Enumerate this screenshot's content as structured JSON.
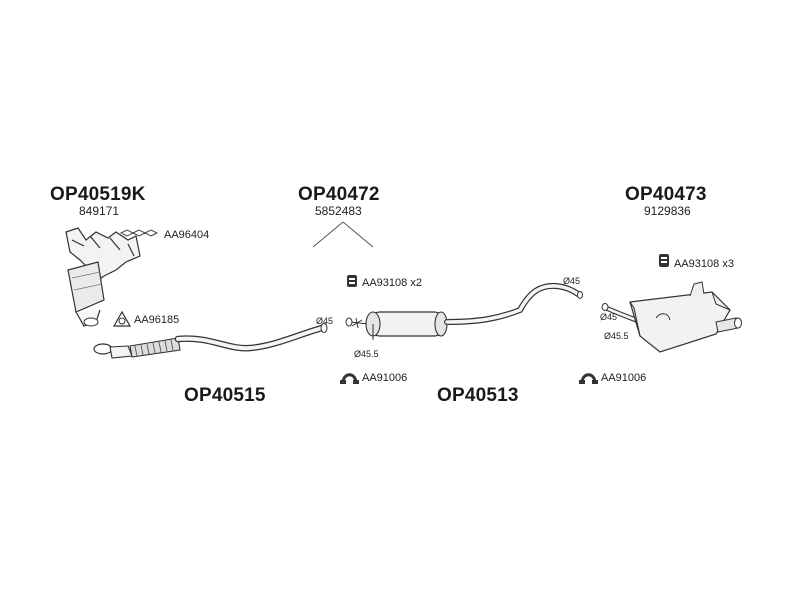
{
  "groups": [
    {
      "part_number": "OP40519K",
      "oem": "849171"
    },
    {
      "part_number": "OP40472",
      "oem": "5852483"
    },
    {
      "part_number": "OP40473",
      "oem": "9129836"
    }
  ],
  "pipes": [
    {
      "part_number": "OP40515"
    },
    {
      "part_number": "OP40513"
    }
  ],
  "accessories": {
    "gasket_front": "AA96404",
    "gasket_ring": "AA96185",
    "clamp_mid": "AA93108 x2",
    "clamp_rear": "AA93108 x3",
    "hanger_mid": "AA91006",
    "hanger_rear": "AA91006"
  },
  "dimensions": {
    "d45_front": "Ø45",
    "d455_mid": "Ø45.5",
    "d45_mid_out": "Ø45",
    "d45_rear": "Ø45",
    "d455_rear": "Ø45.5"
  }
}
